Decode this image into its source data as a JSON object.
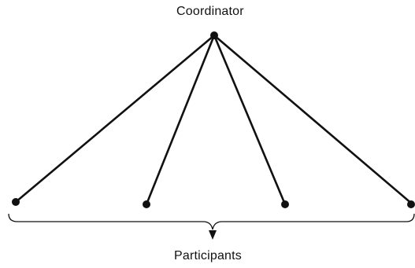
{
  "diagram": {
    "coordinator": {
      "label": "Coordinator"
    },
    "participants": {
      "label": "Participants",
      "count": 4
    },
    "colors": {
      "stroke": "#111111",
      "text": "#111111",
      "background": "#ffffff"
    }
  }
}
